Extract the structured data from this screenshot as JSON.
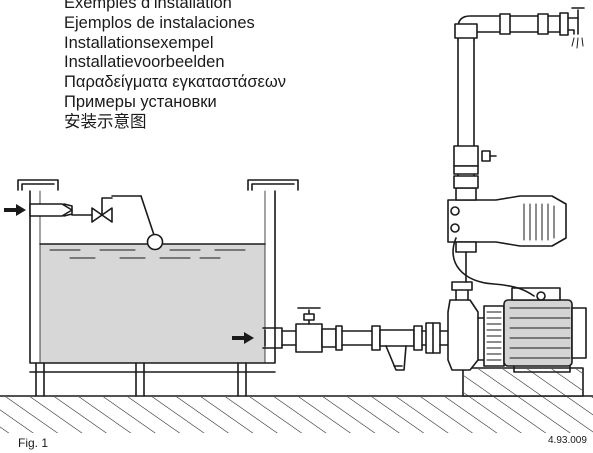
{
  "titles": [
    "Exemples d’installation",
    "Ejemplos de instalaciones",
    "Installationsexempel",
    "Installatievoorbeelden",
    "Παραδείγματα εγκαταστάσεων",
    "Примеры установки",
    "安装示意图"
  ],
  "figure_label": "Fig. 1",
  "drawing_code": "4.93.009",
  "colors": {
    "line": "#1a1a1a",
    "water": "#d7d7d7",
    "motor_fill": "#d4d4d4",
    "background": "#ffffff"
  },
  "icons": [
    "faucet-icon",
    "inflow-arrow-icon",
    "suction-arrow-icon",
    "float-valve-icon",
    "gate-valve-icon",
    "strainer-icon",
    "pump-icon",
    "motor-icon",
    "pressure-controller-icon"
  ]
}
